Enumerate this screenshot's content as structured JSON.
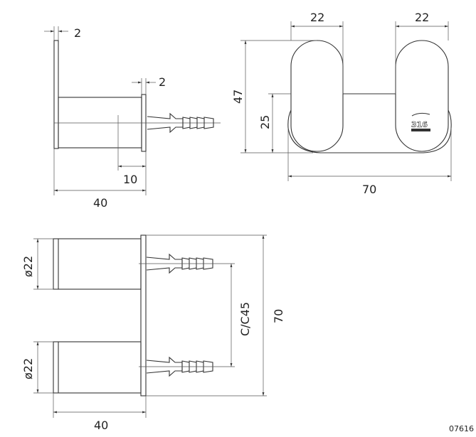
{
  "side_view": {
    "plate_thickness": "2",
    "flange_thickness": "2",
    "offset": "10",
    "depth": "40"
  },
  "front_view": {
    "width_left": "22",
    "width_right": "22",
    "height": "47",
    "base_height": "25",
    "total_width": "70",
    "logo_text": "316"
  },
  "bottom_view": {
    "diameter_top": "ø22",
    "diameter_bottom": "ø22",
    "center_distance": "C/C45",
    "total_height": "70",
    "depth": "40"
  },
  "drawing_code": "07616"
}
